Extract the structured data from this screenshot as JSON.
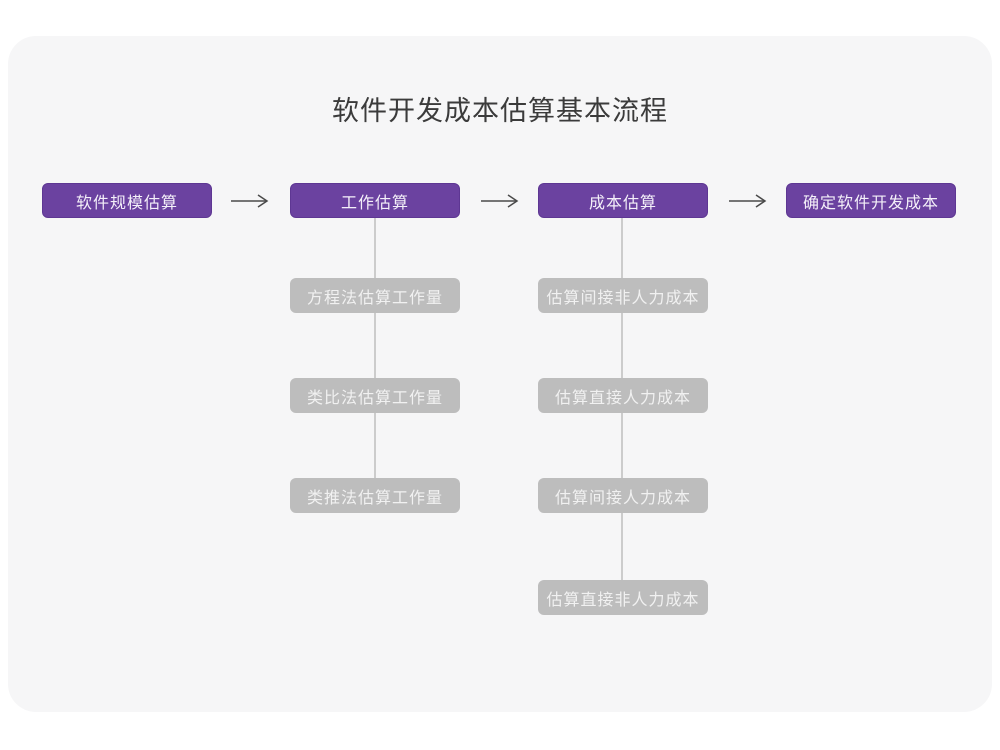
{
  "title": "软件开发成本估算基本流程",
  "flow": {
    "steps": [
      {
        "label": "软件规模估算"
      },
      {
        "label": "工作估算"
      },
      {
        "label": "成本估算"
      },
      {
        "label": "确定软件开发成本"
      }
    ]
  },
  "work_substeps": [
    "方程法估算工作量",
    "类比法估算工作量",
    "类推法估算工作量"
  ],
  "cost_substeps": [
    "估算间接非人力成本",
    "估算直接人力成本",
    "估算间接人力成本",
    "估算直接非人力成本"
  ],
  "colors": {
    "step_box_fill": "#6b42a0",
    "sub_box_fill": "#bdbdbd",
    "card_background": "#f6f6f7",
    "connector_line": "#cccccc",
    "arrow_stroke": "#4a4a4a",
    "title_text": "#3b3b3b"
  }
}
